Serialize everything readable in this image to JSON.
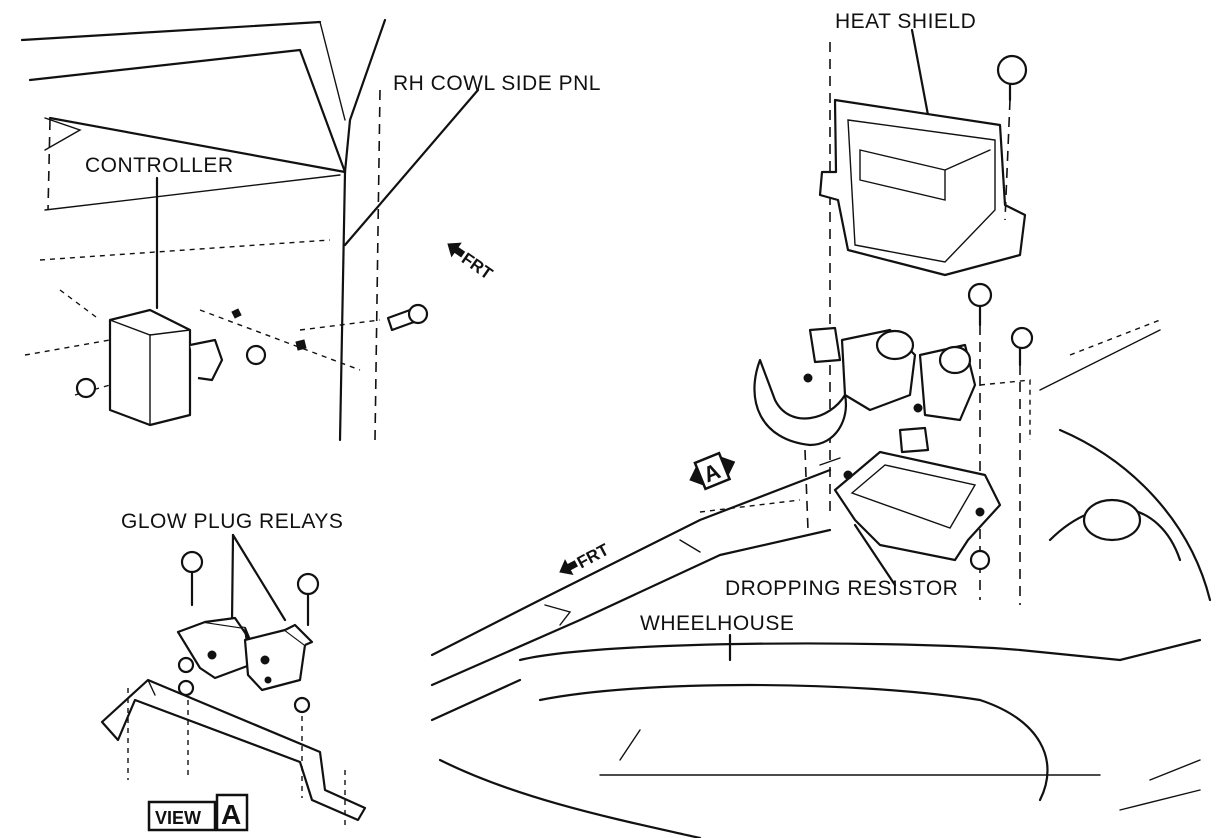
{
  "labels": {
    "heat_shield": "HEAT SHIELD",
    "rh_cowl_side_pnl": "RH COWL SIDE PNL",
    "controller": "CONTROLLER",
    "glow_plug_relays": "GLOW PLUG RELAYS",
    "dropping_resistor": "DROPPING RESISTOR",
    "wheelhouse": "WHEELHOUSE",
    "frt_upper": "FRT",
    "frt_lower": "FRT",
    "view_word": "VIEW",
    "view_letter": "A",
    "callout_letter": "A"
  }
}
